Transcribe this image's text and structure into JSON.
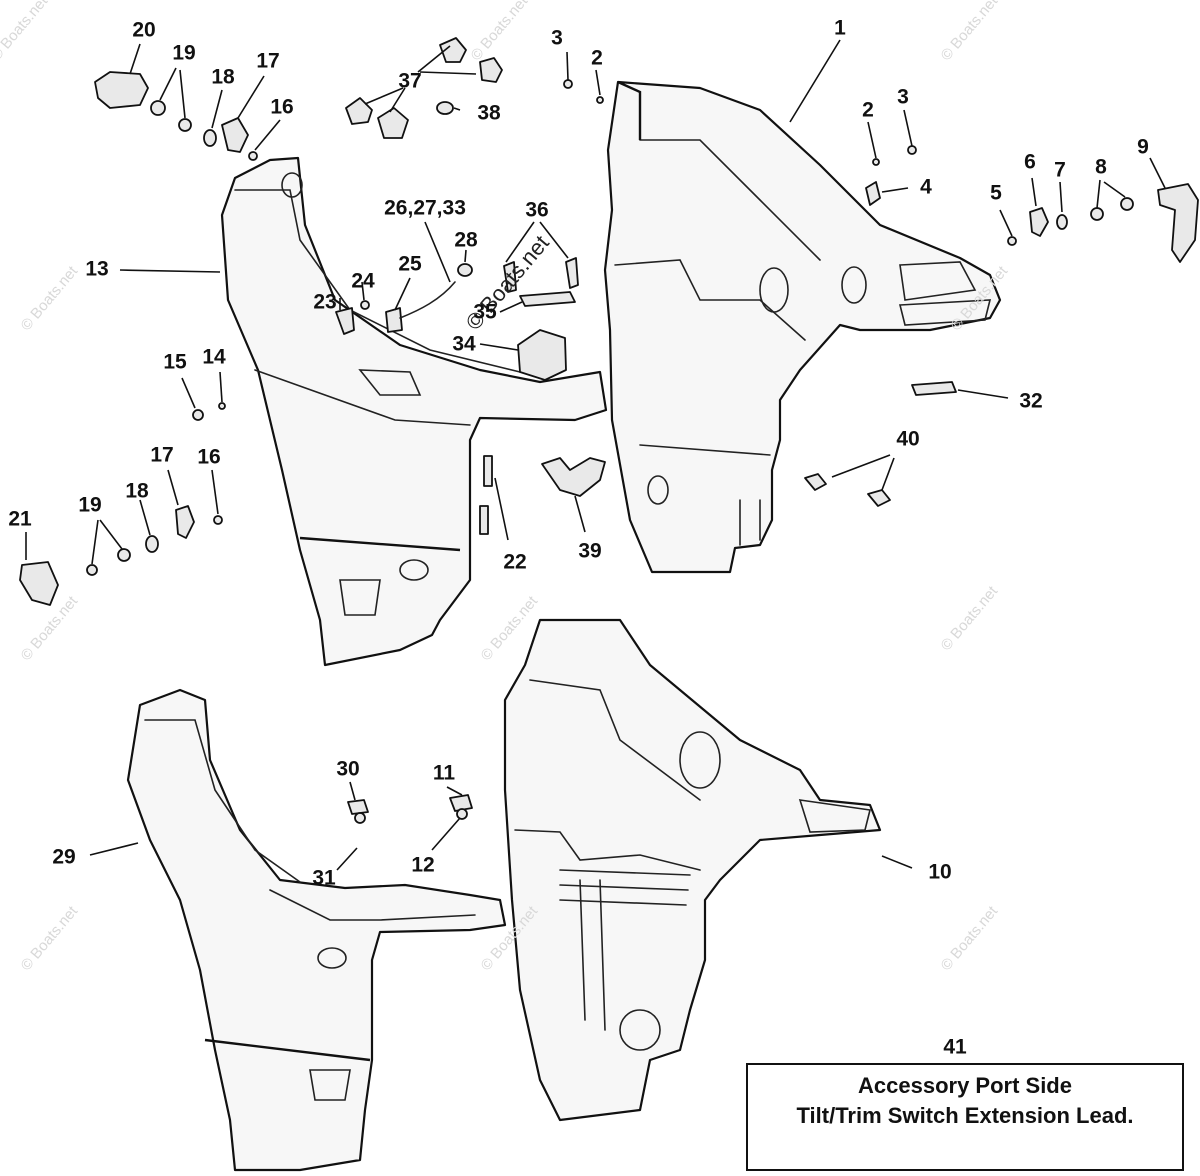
{
  "diagram": {
    "callouts": [
      {
        "id": "c1",
        "text": "1"
      },
      {
        "id": "c2a",
        "text": "2"
      },
      {
        "id": "c2b",
        "text": "2"
      },
      {
        "id": "c3a",
        "text": "3"
      },
      {
        "id": "c3b",
        "text": "3"
      },
      {
        "id": "c4",
        "text": "4"
      },
      {
        "id": "c5",
        "text": "5"
      },
      {
        "id": "c6",
        "text": "6"
      },
      {
        "id": "c7",
        "text": "7"
      },
      {
        "id": "c8",
        "text": "8"
      },
      {
        "id": "c9",
        "text": "9"
      },
      {
        "id": "c10",
        "text": "10"
      },
      {
        "id": "c11",
        "text": "11"
      },
      {
        "id": "c12",
        "text": "12"
      },
      {
        "id": "c13",
        "text": "13"
      },
      {
        "id": "c14",
        "text": "14"
      },
      {
        "id": "c15",
        "text": "15"
      },
      {
        "id": "c16a",
        "text": "16"
      },
      {
        "id": "c16b",
        "text": "16"
      },
      {
        "id": "c17a",
        "text": "17"
      },
      {
        "id": "c17b",
        "text": "17"
      },
      {
        "id": "c18a",
        "text": "18"
      },
      {
        "id": "c18b",
        "text": "18"
      },
      {
        "id": "c19a",
        "text": "19"
      },
      {
        "id": "c19b",
        "text": "19"
      },
      {
        "id": "c20",
        "text": "20"
      },
      {
        "id": "c21",
        "text": "21"
      },
      {
        "id": "c22",
        "text": "22"
      },
      {
        "id": "c23",
        "text": "23"
      },
      {
        "id": "c24",
        "text": "24"
      },
      {
        "id": "c25",
        "text": "25"
      },
      {
        "id": "c26",
        "text": "26,27,33"
      },
      {
        "id": "c28",
        "text": "28"
      },
      {
        "id": "c29",
        "text": "29"
      },
      {
        "id": "c30",
        "text": "30"
      },
      {
        "id": "c31",
        "text": "31"
      },
      {
        "id": "c32",
        "text": "32"
      },
      {
        "id": "c34",
        "text": "34"
      },
      {
        "id": "c35",
        "text": "35"
      },
      {
        "id": "c36",
        "text": "36"
      },
      {
        "id": "c37",
        "text": "37"
      },
      {
        "id": "c38",
        "text": "38"
      },
      {
        "id": "c39",
        "text": "39"
      },
      {
        "id": "c40",
        "text": "40"
      },
      {
        "id": "c41",
        "text": "41"
      }
    ],
    "note": {
      "line1": "Accessory Port Side",
      "line2": "Tilt/Trim Switch Extension Lead."
    },
    "watermark": "© Boats.net",
    "colors": {
      "ink": "#111111",
      "fill": "#f7f7f7",
      "watermark": "#d8d8d8"
    }
  }
}
